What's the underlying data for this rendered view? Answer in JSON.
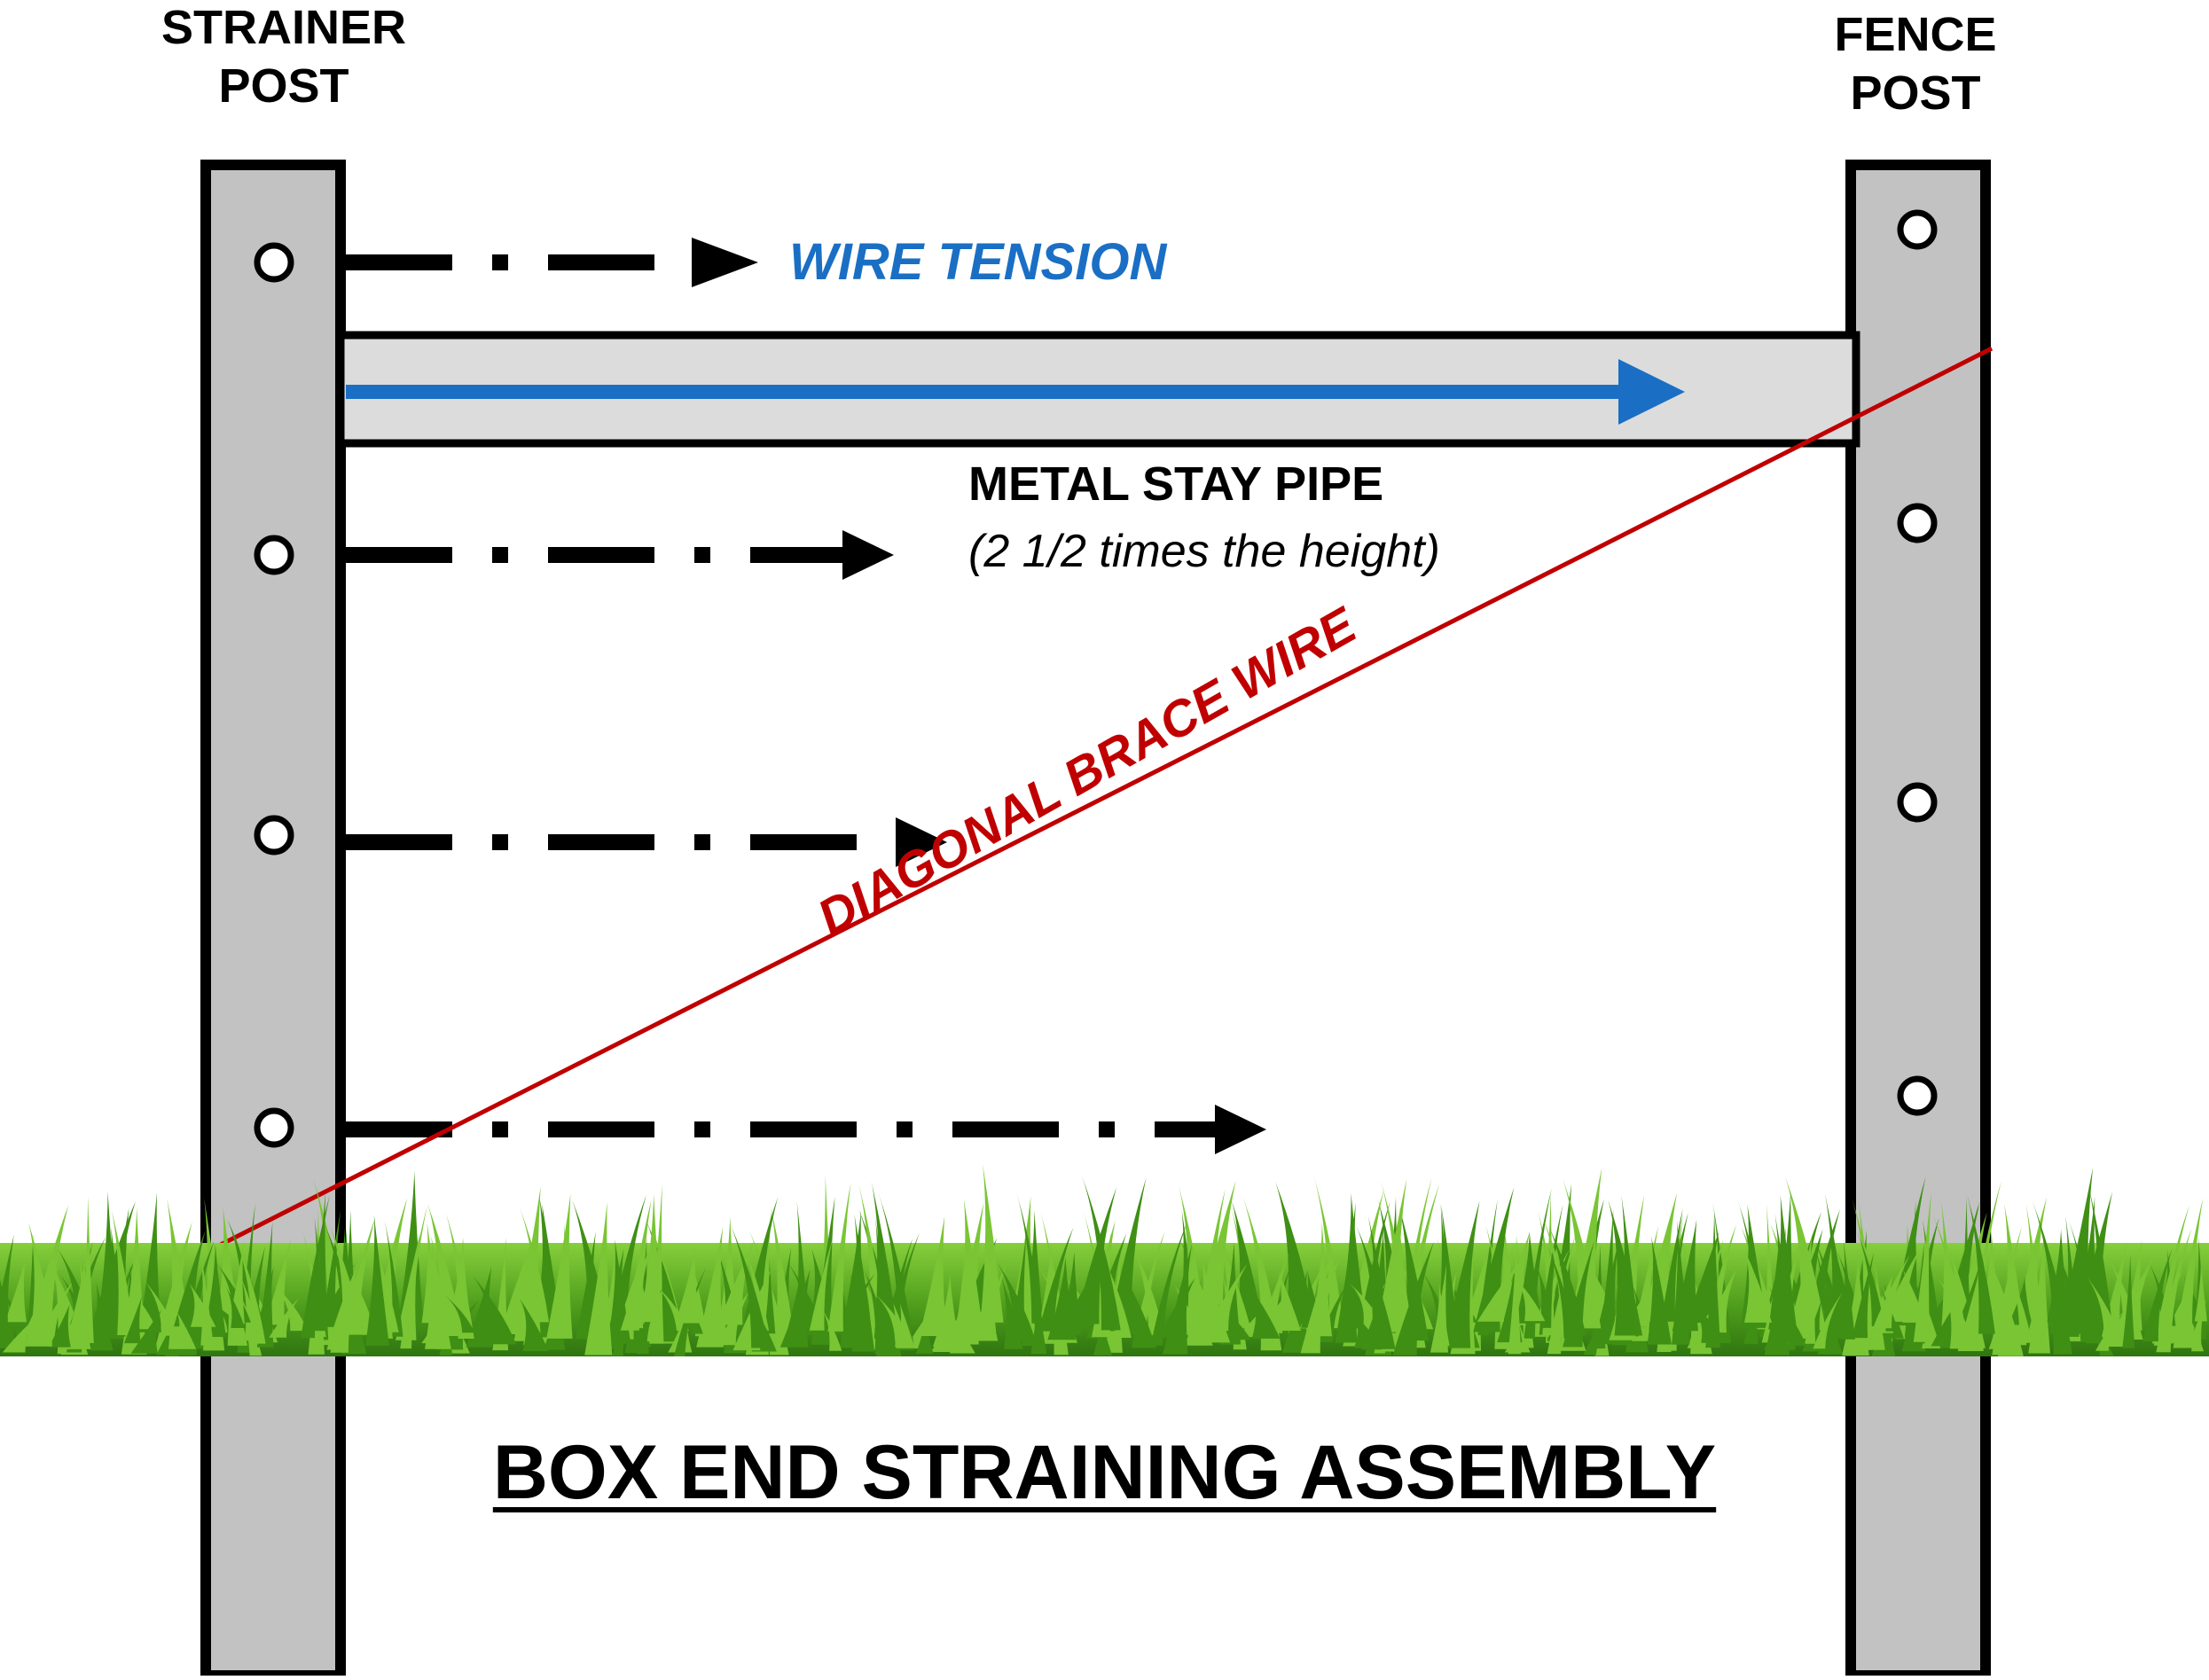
{
  "labels": {
    "strainer_post": [
      "STRAINER",
      "POST"
    ],
    "fence_post": [
      "FENCE",
      "POST"
    ],
    "wire_tension": "WIRE TENSION",
    "metal_stay_pipe": "METAL STAY PIPE",
    "metal_stay_pipe_note": "(2 1/2 times the height)",
    "diagonal_brace_wire": "DIAGONAL BRACE WIRE",
    "title": "BOX END STRAINING ASSEMBLY"
  },
  "colors": {
    "post_fill": "#c2c2c2",
    "pipe_fill": "#dcdcdc",
    "outline": "#000000",
    "tension_arrow": "#1a6fc4",
    "brace_wire": "#c00000",
    "grass_dark": "#3f8f14",
    "grass_light": "#79c534"
  },
  "strainer_post_holes": 4,
  "fence_post_holes": 4,
  "tension_arrows": 4
}
